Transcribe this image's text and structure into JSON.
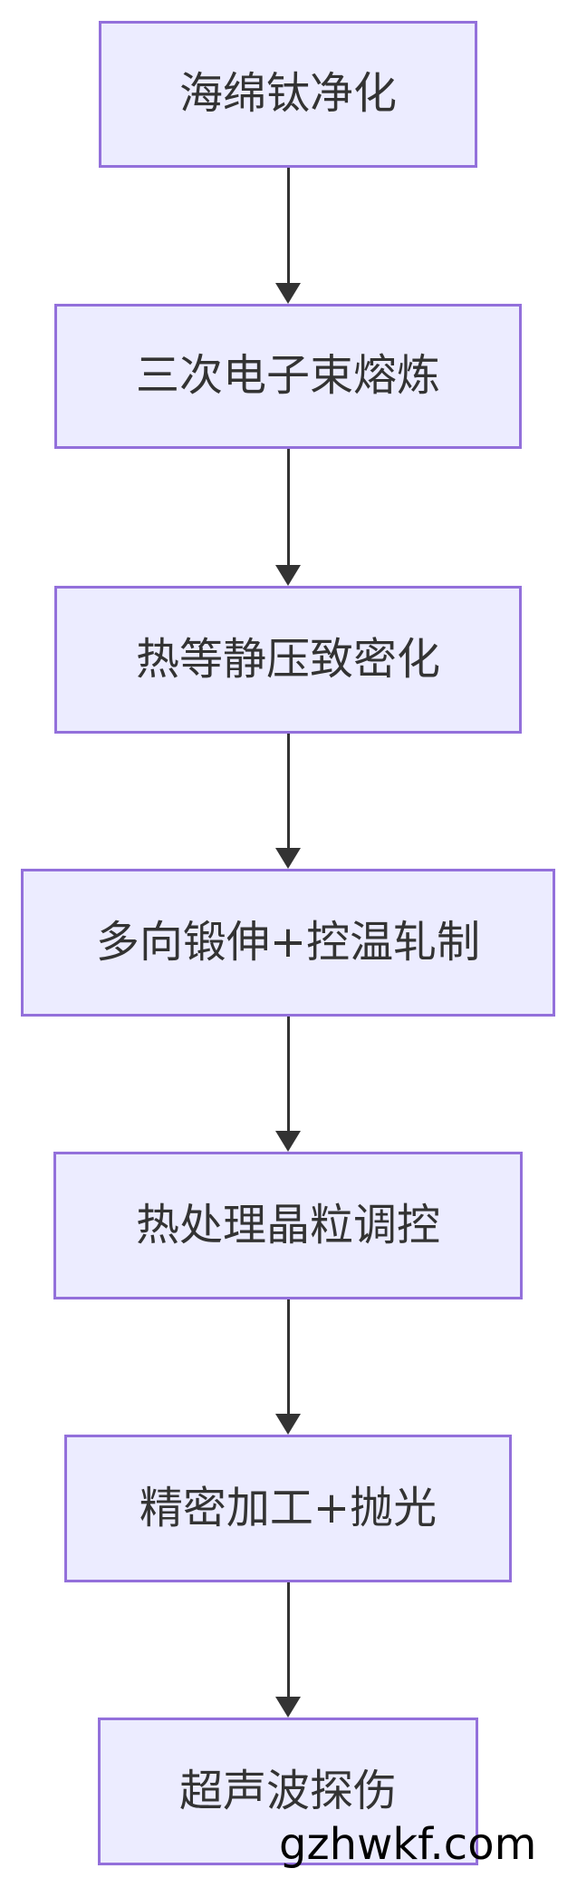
{
  "flowchart": {
    "nodes": [
      {
        "label": "海绵钛净化"
      },
      {
        "label": "三次电子束熔炼"
      },
      {
        "label": "热等静压致密化"
      },
      {
        "label": "多向锻伸+控温轧制"
      },
      {
        "label": "热处理晶粒调控"
      },
      {
        "label": "精密加工+抛光"
      },
      {
        "label": "超声波探伤"
      }
    ],
    "colors": {
      "node_fill": "#ECECFF",
      "node_border": "#9370DB",
      "arrow": "#333333",
      "text": "#333333"
    }
  },
  "watermark": {
    "text": "gzhwkf.com"
  }
}
